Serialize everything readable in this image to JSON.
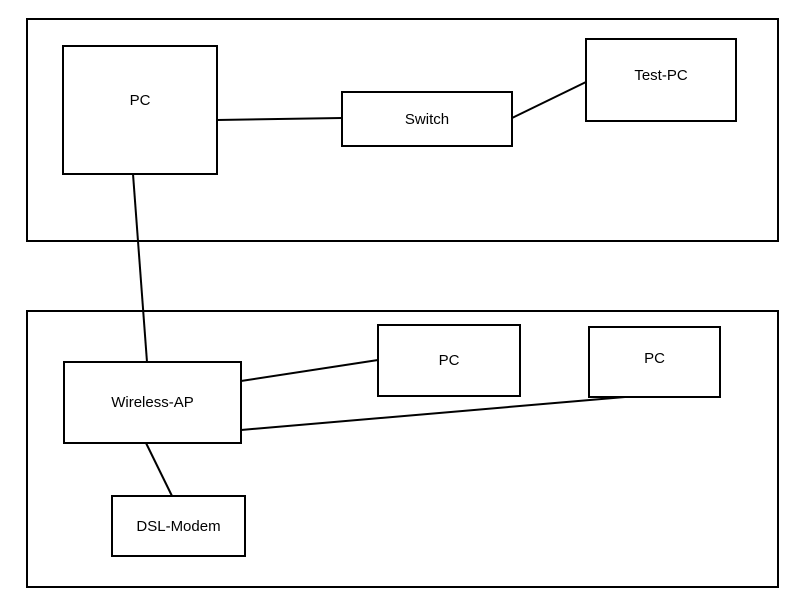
{
  "diagram": {
    "zones": [
      {
        "id": "upper-zone"
      },
      {
        "id": "lower-zone"
      }
    ],
    "nodes": {
      "pc_main": {
        "label": "PC"
      },
      "switch": {
        "label": "Switch"
      },
      "test_pc": {
        "label": "Test-PC"
      },
      "wireless_ap": {
        "label": "Wireless-AP"
      },
      "pc_lower_1": {
        "label": "PC"
      },
      "pc_lower_2": {
        "label": "PC"
      },
      "dsl_modem": {
        "label": "DSL-Modem"
      }
    },
    "links": [
      {
        "from": "pc_main",
        "to": "switch"
      },
      {
        "from": "switch",
        "to": "test_pc"
      },
      {
        "from": "pc_main",
        "to": "wireless_ap"
      },
      {
        "from": "wireless_ap",
        "to": "pc_lower_1"
      },
      {
        "from": "wireless_ap",
        "to": "pc_lower_2"
      },
      {
        "from": "wireless_ap",
        "to": "dsl_modem"
      }
    ]
  }
}
